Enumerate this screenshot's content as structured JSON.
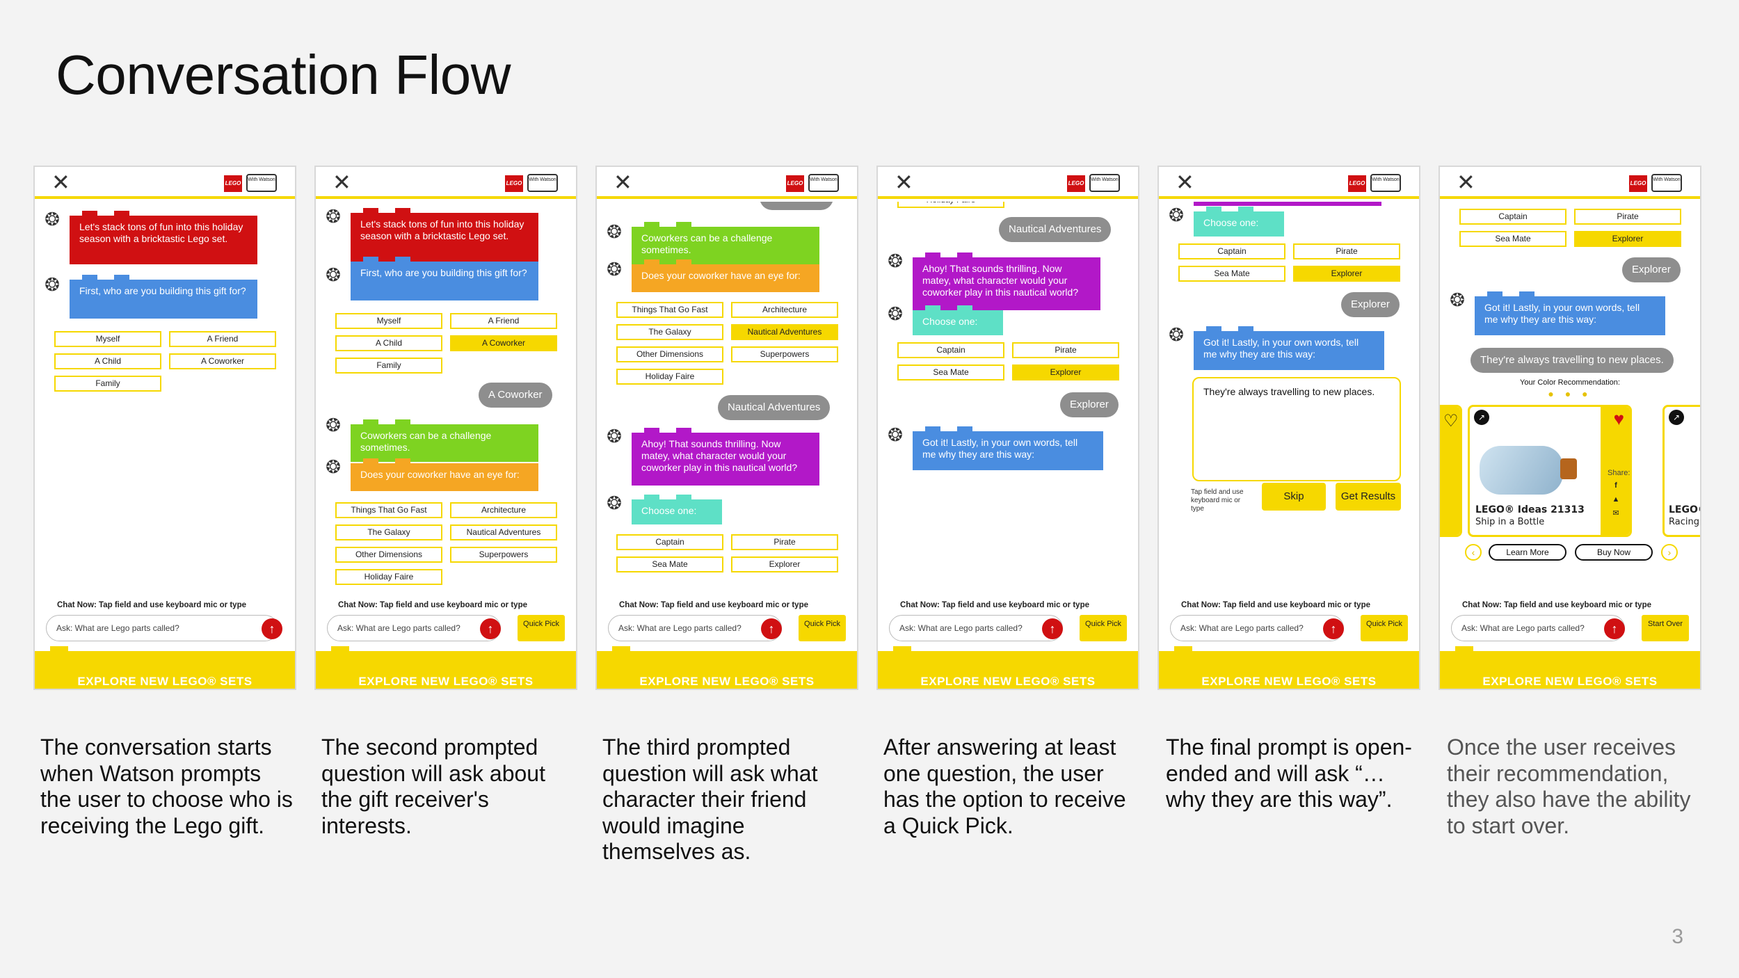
{
  "title": "Conversation Flow",
  "page_number": "3",
  "common": {
    "close": "✕",
    "lego": "LEGO",
    "watson": "With Watson",
    "watson_glyph": "❂",
    "chat_label": "Chat Now: Tap field and use keyboard mic or type",
    "ask_placeholder": "Ask: What are Lego parts called?",
    "mic": "↑",
    "quick_pick": "Quick Pick",
    "start_over": "Start Over",
    "footer": "EXPLORE NEW LEGO® SETS"
  },
  "messages": {
    "intro": "Let's stack tons of fun into this holiday season with a bricktastic Lego set.",
    "who": "First, who are you building this gift for?",
    "coworker_challenge": "Coworkers can be a challenge sometimes.",
    "eye_for": "Does your coworker have an eye for:",
    "ahoy": "Ahoy! That sounds thrilling. Now matey, what character would your coworker play in this nautical world?",
    "choose_one": "Choose one:",
    "got_it": "Got it! Lastly, in your own words, tell me why they are this way:"
  },
  "replies": {
    "coworker": "A Coworker",
    "nautical": "Nautical Adventures",
    "explorer": "Explorer",
    "reason": "They're always travelling to new places.",
    "holiday_faire_partial": "Holiday Faire"
  },
  "options": {
    "who": [
      "Myself",
      "A Friend",
      "A Child",
      "A Coworker",
      "Family"
    ],
    "interests": [
      "Things That Go Fast",
      "Architecture",
      "The Galaxy",
      "Nautical Adventures",
      "Other Dimensions",
      "Superpowers",
      "Holiday Faire"
    ],
    "characters": [
      "Captain",
      "Pirate",
      "Sea Mate",
      "Explorer"
    ]
  },
  "screen5": {
    "answer": "They're always travelling to new places.",
    "hint": "Tap field and use keyboard mic or type",
    "skip": "Skip",
    "get_results": "Get Results"
  },
  "screen6": {
    "color_rec": "Your Color Recommendation:",
    "dots": "● ● ●",
    "product_name": "LEGO® Ideas 21313",
    "product_sub": "Ship in a Bottle",
    "partial_name": "LEGO®",
    "partial_sub": "Racing V",
    "share": "Share:",
    "learn_more": "Learn More",
    "buy_now": "Buy Now",
    "heart_outline": "♡",
    "heart_filled": "♥",
    "prev": "‹",
    "next": "›"
  },
  "captions": [
    "The conversation starts when Watson prompts the user to choose who is receiving the Lego gift.",
    "The second prompted question will ask about the gift receiver's interests.",
    "The third prompted question will ask what character their friend would imagine themselves as.",
    "After answering at least one question, the user has the option to receive a Quick Pick.",
    "The final prompt is open-ended and will ask “…why they are this way”.",
    "Once the user receives their recommendation, they also have the ability to start over."
  ],
  "colors": {
    "lego_yellow": "#f6d800",
    "lego_red": "#d01012",
    "blue": "#4a8de0",
    "green": "#7ed321",
    "orange": "#f5a623",
    "purple": "#b218c8",
    "teal": "#5ee0c6",
    "reply_gray": "#8e8e8e"
  }
}
